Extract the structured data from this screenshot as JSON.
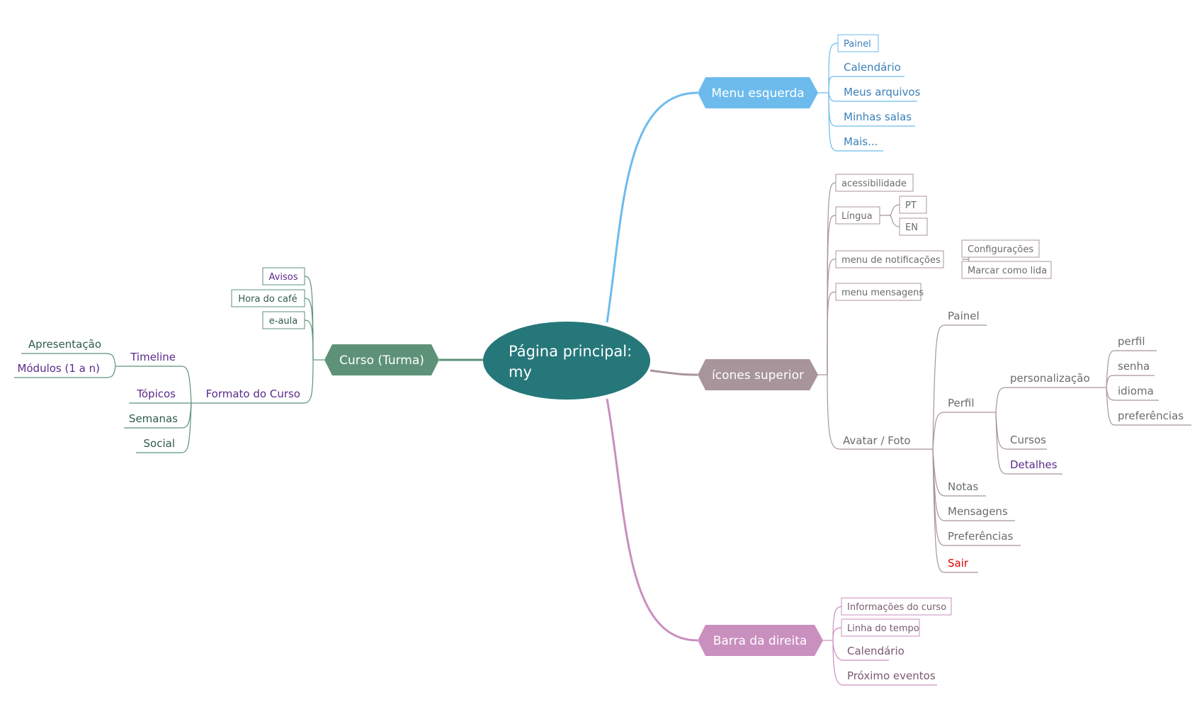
{
  "central": {
    "line1": "Página principal:",
    "line2": "my"
  },
  "colors": {
    "background": "#ffffff",
    "central": "#26777a",
    "menu": "#6dbbed",
    "menu_text": "#3b7fb8",
    "icones": "#a8949b",
    "icones_text": "#6b6b6b",
    "barra": "#c98fbf",
    "barra_text": "#7a5a6e",
    "curso": "#5e9278",
    "curso_text": "#2f5b49",
    "purple_text": "#5b2a8a",
    "red_text": "#dd0000"
  },
  "branches": {
    "menu": {
      "label": "Menu esquerda",
      "items": {
        "painel": "Painel",
        "calendario": "Calendário",
        "arquivos": "Meus arquivos",
        "salas": "Minhas salas",
        "mais": "Mais..."
      }
    },
    "icones": {
      "label": "ícones superior",
      "acessibilidade": "acessibilidade",
      "lingua": "Língua",
      "pt": "PT",
      "en": "EN",
      "notificacoes": "menu de notificações",
      "configuracoes": "Configurações",
      "marcar": "Marcar como lida",
      "mensagens_menu": "menu mensagens",
      "avatar": "Avatar / Foto",
      "painel": "Painel",
      "perfil": "Perfil",
      "personalizacao": "personalização",
      "p_perfil": "perfil",
      "p_senha": "senha",
      "p_idioma": "idioma",
      "p_preferencias": "preferências",
      "cursos": "Cursos",
      "detalhes": "Detalhes",
      "notas": "Notas",
      "mensagens": "Mensagens",
      "preferencias": "Preferências",
      "sair": "Sair"
    },
    "barra": {
      "label": "Barra da direita",
      "informacoes": "Informações do curso",
      "linha": "Linha do tempo",
      "calendario": "Calendário",
      "proximo": "Próximo eventos"
    },
    "curso": {
      "label": "Curso (Turma)",
      "avisos": "Avisos",
      "hora": "Hora do café",
      "eaula": "e-aula",
      "formato": "Formato do Curso",
      "timeline": "Timeline",
      "apresentacao": "Apresentação",
      "modulos": "Módulos (1 a n)",
      "topicos": "Tópicos",
      "semanas": "Semanas",
      "social": "Social"
    }
  }
}
